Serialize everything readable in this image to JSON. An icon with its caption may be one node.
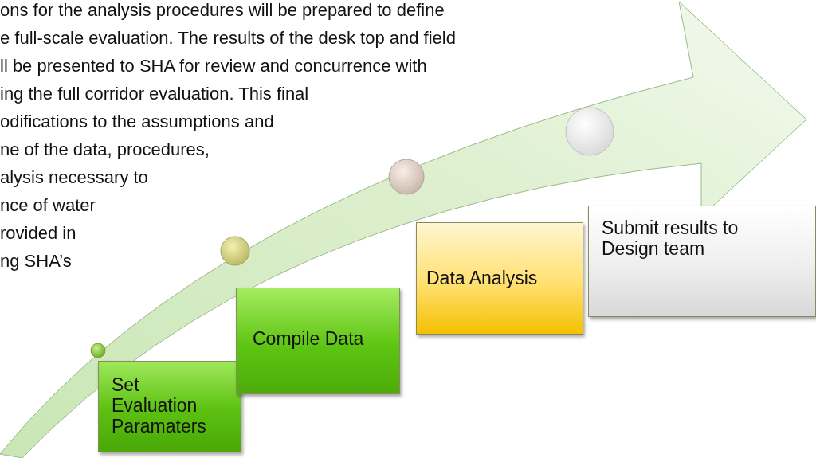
{
  "diagram": {
    "nodes": [
      {
        "text": [
          "Set Evaluation Paramaters"
        ]
      },
      {
        "text": [
          "Compile Data"
        ]
      },
      {
        "text": [
          "Data Analysis"
        ]
      },
      {
        "text": [
          "Submit results to Design team"
        ]
      }
    ],
    "labels": [
      "ons for the analysis procedures will be prepared to define",
      "e full-scale evaluation.  The results of the desk top and field",
      "ll be presented to SHA for review and concurrence with",
      "ing the full corridor evaluation.  This final",
      "odifications to the assumptions and",
      "ne of the data, procedures,",
      "alysis necessary to",
      "nce of water",
      "rovided in",
      "ng  SHA’s"
    ]
  }
}
